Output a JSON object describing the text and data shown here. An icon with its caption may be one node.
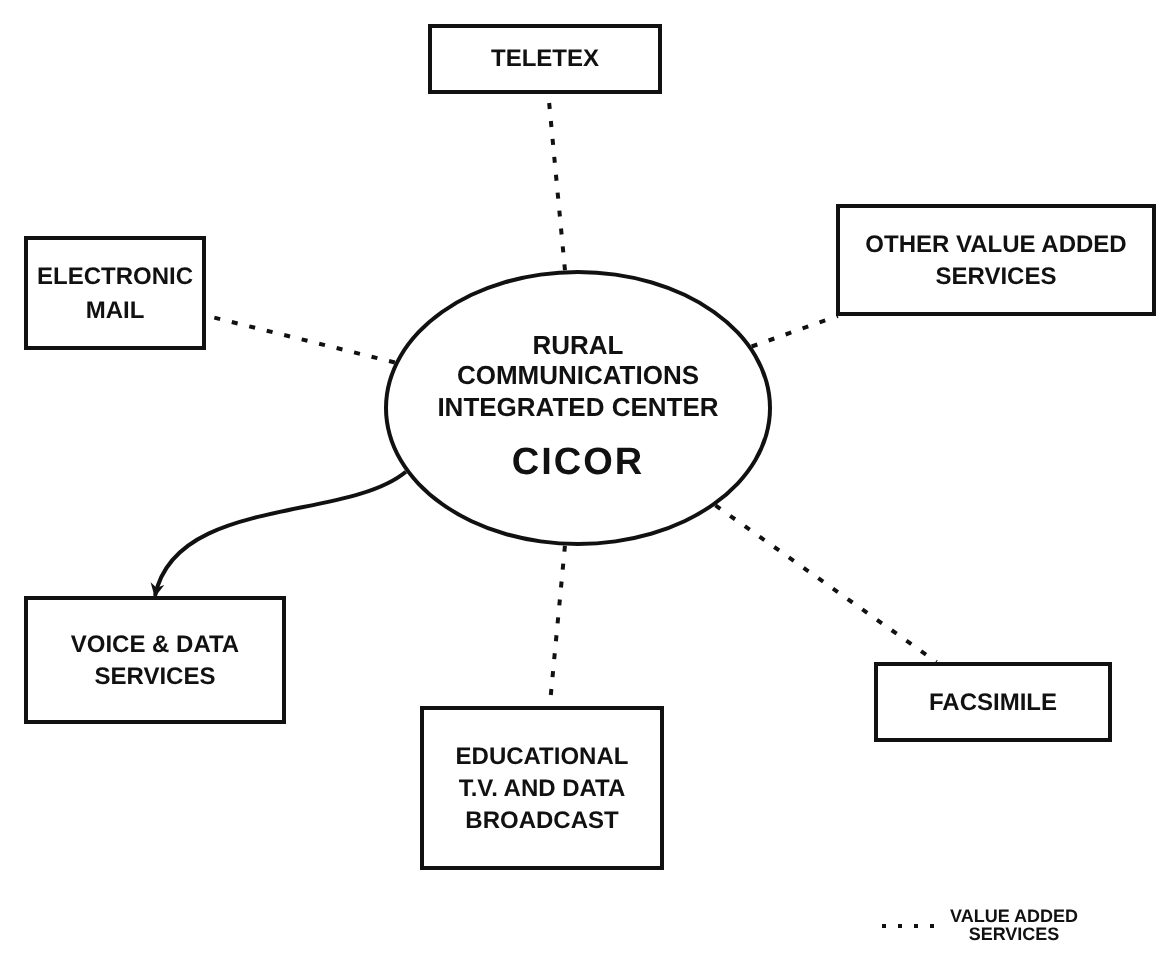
{
  "diagram": {
    "nodes": [
      {
        "text": [
          "TELETEX"
        ]
      },
      {
        "text": [
          "ELECTRONIC MAIL"
        ]
      },
      {
        "text": [
          "OTHER VALUE ADDED SERVICES"
        ]
      },
      {
        "text": [
          "RURAL COMMUNICATIONS INTEGRATED CENTER",
          "CICOR"
        ]
      },
      {
        "text": [
          "VOICE & DATA SERVICES"
        ]
      },
      {
        "text": [
          "EDUCATIONAL T.V. AND DATA BROADCAST"
        ]
      },
      {
        "text": [
          "FACSIMILE"
        ]
      }
    ],
    "edges": [
      {
        "from": 3,
        "to": 0,
        "arrow": "none",
        "style": "dashed"
      },
      {
        "from": 3,
        "to": 1,
        "arrow": "none",
        "style": "dashed"
      },
      {
        "from": 3,
        "to": 2,
        "arrow": "none",
        "style": "dashed"
      },
      {
        "from": 3,
        "to": 4,
        "arrow": "to"
      },
      {
        "from": 3,
        "to": 5,
        "arrow": "none",
        "style": "dashed"
      },
      {
        "from": 3,
        "to": 6,
        "arrow": "none",
        "style": "dashed"
      }
    ],
    "legend": [
      {
        "text": "VALUE ADDED SERVICES"
      }
    ]
  }
}
